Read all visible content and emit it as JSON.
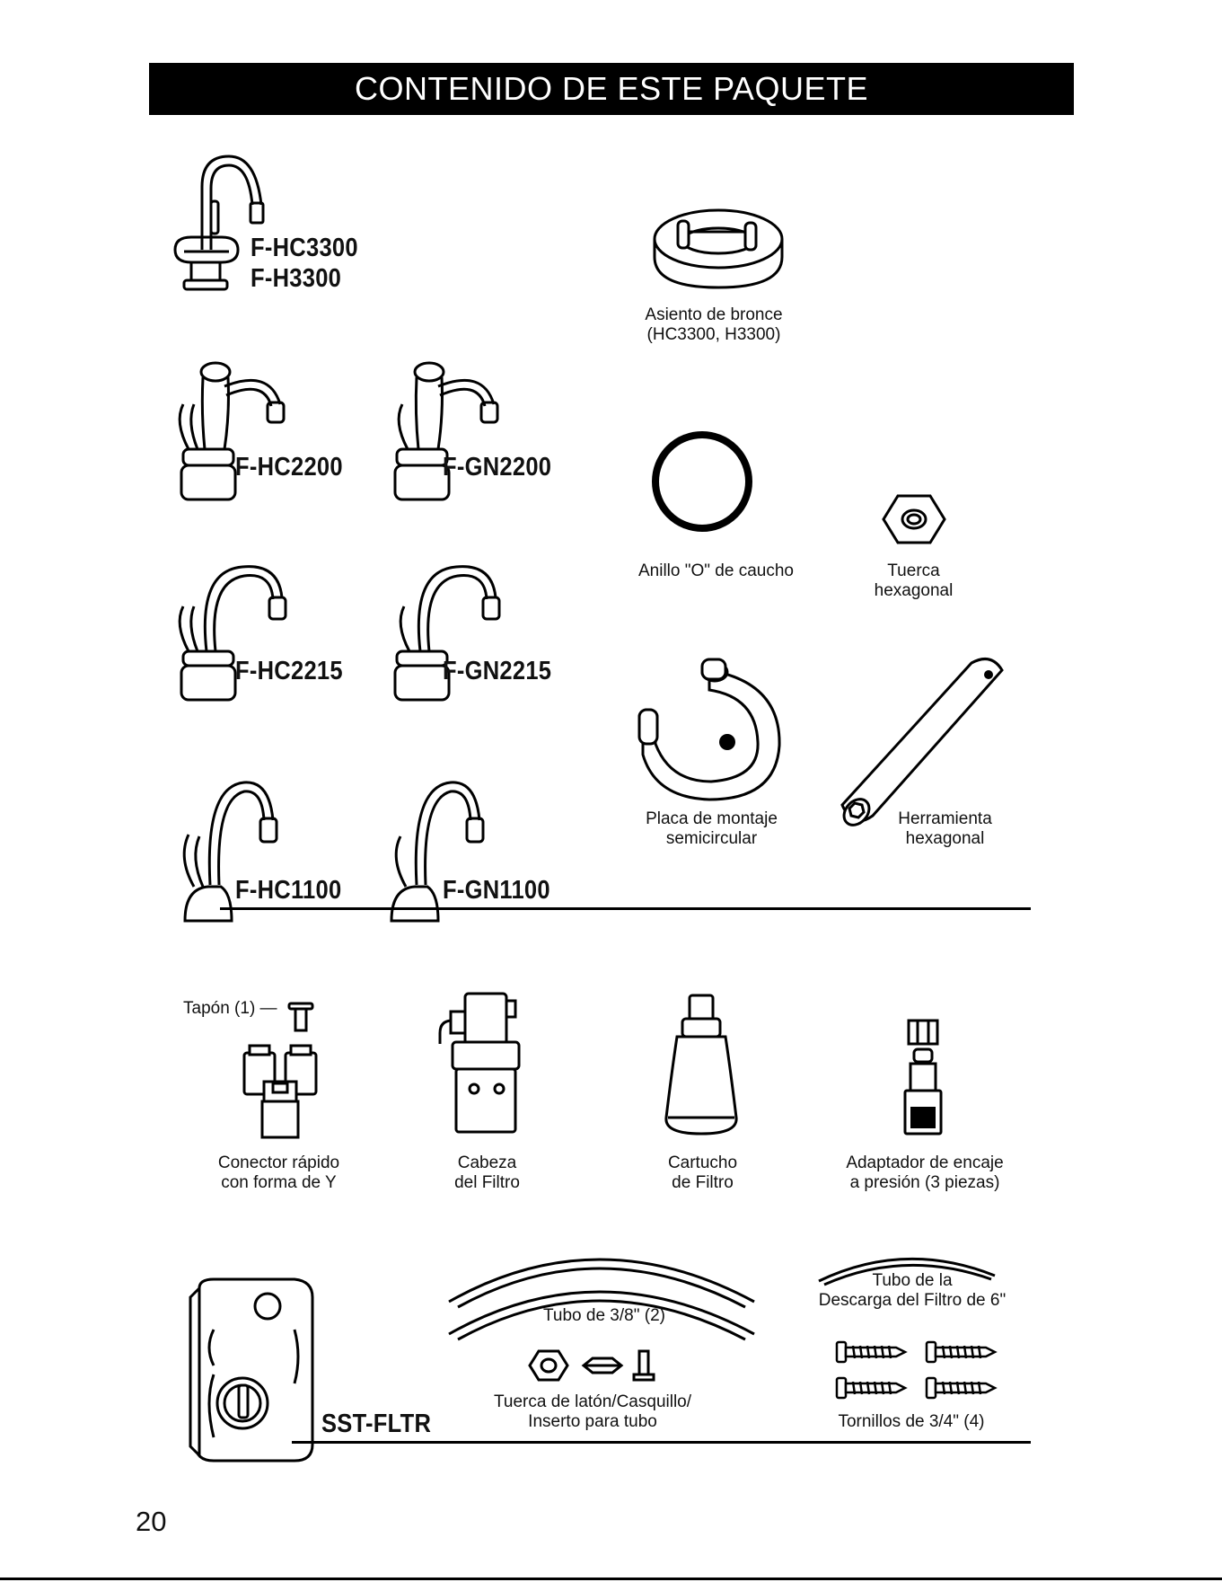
{
  "header": {
    "title": "CONTENIDO DE ESTE PAQUETE"
  },
  "faucets": {
    "hc3300": "F-HC3300",
    "h3300": "F-H3300",
    "hc2200": "F-HC2200",
    "gn2200": "F-GN2200",
    "hc2215": "F-HC2215",
    "gn2215": "F-GN2215",
    "hc1100": "F-HC1100",
    "gn1100": "F-GN1100"
  },
  "parts": {
    "brass_seat": {
      "line1": "Asiento de bronce",
      "line2": "(HC3300, H3300)"
    },
    "o_ring": {
      "line1": "Anillo \"O\" de caucho"
    },
    "hex_nut": {
      "line1": "Tuerca",
      "line2": "hexagonal"
    },
    "mount_plate": {
      "line1": "Placa de montaje",
      "line2": "semicircular"
    },
    "hex_tool": {
      "line1": "Herramienta",
      "line2": "hexagonal"
    },
    "plug": {
      "line1": "Tapón (1) —"
    },
    "y_connector": {
      "line1": "Conector rápido",
      "line2": "con forma de Y"
    },
    "filter_head": {
      "line1": "Cabeza",
      "line2": "del Filtro"
    },
    "filter_cartridge": {
      "line1": "Cartucho",
      "line2": "de Filtro"
    },
    "push_adapter": {
      "line1": "Adaptador de encaje",
      "line2": "a presión (3 piezas)"
    },
    "filter_model": "SST-FLTR",
    "tube_38": {
      "line1": "Tubo de 3/8\" (2)"
    },
    "brass_nut": {
      "line1": "Tuerca de latón/Casquillo/",
      "line2": "Inserto para tubo"
    },
    "drain_tube": {
      "line1": "Tubo de la",
      "line2": "Descarga del Filtro de 6\""
    },
    "screws": {
      "line1": "Tornillos de 3/4\" (4)"
    }
  },
  "page": {
    "number": "20"
  }
}
